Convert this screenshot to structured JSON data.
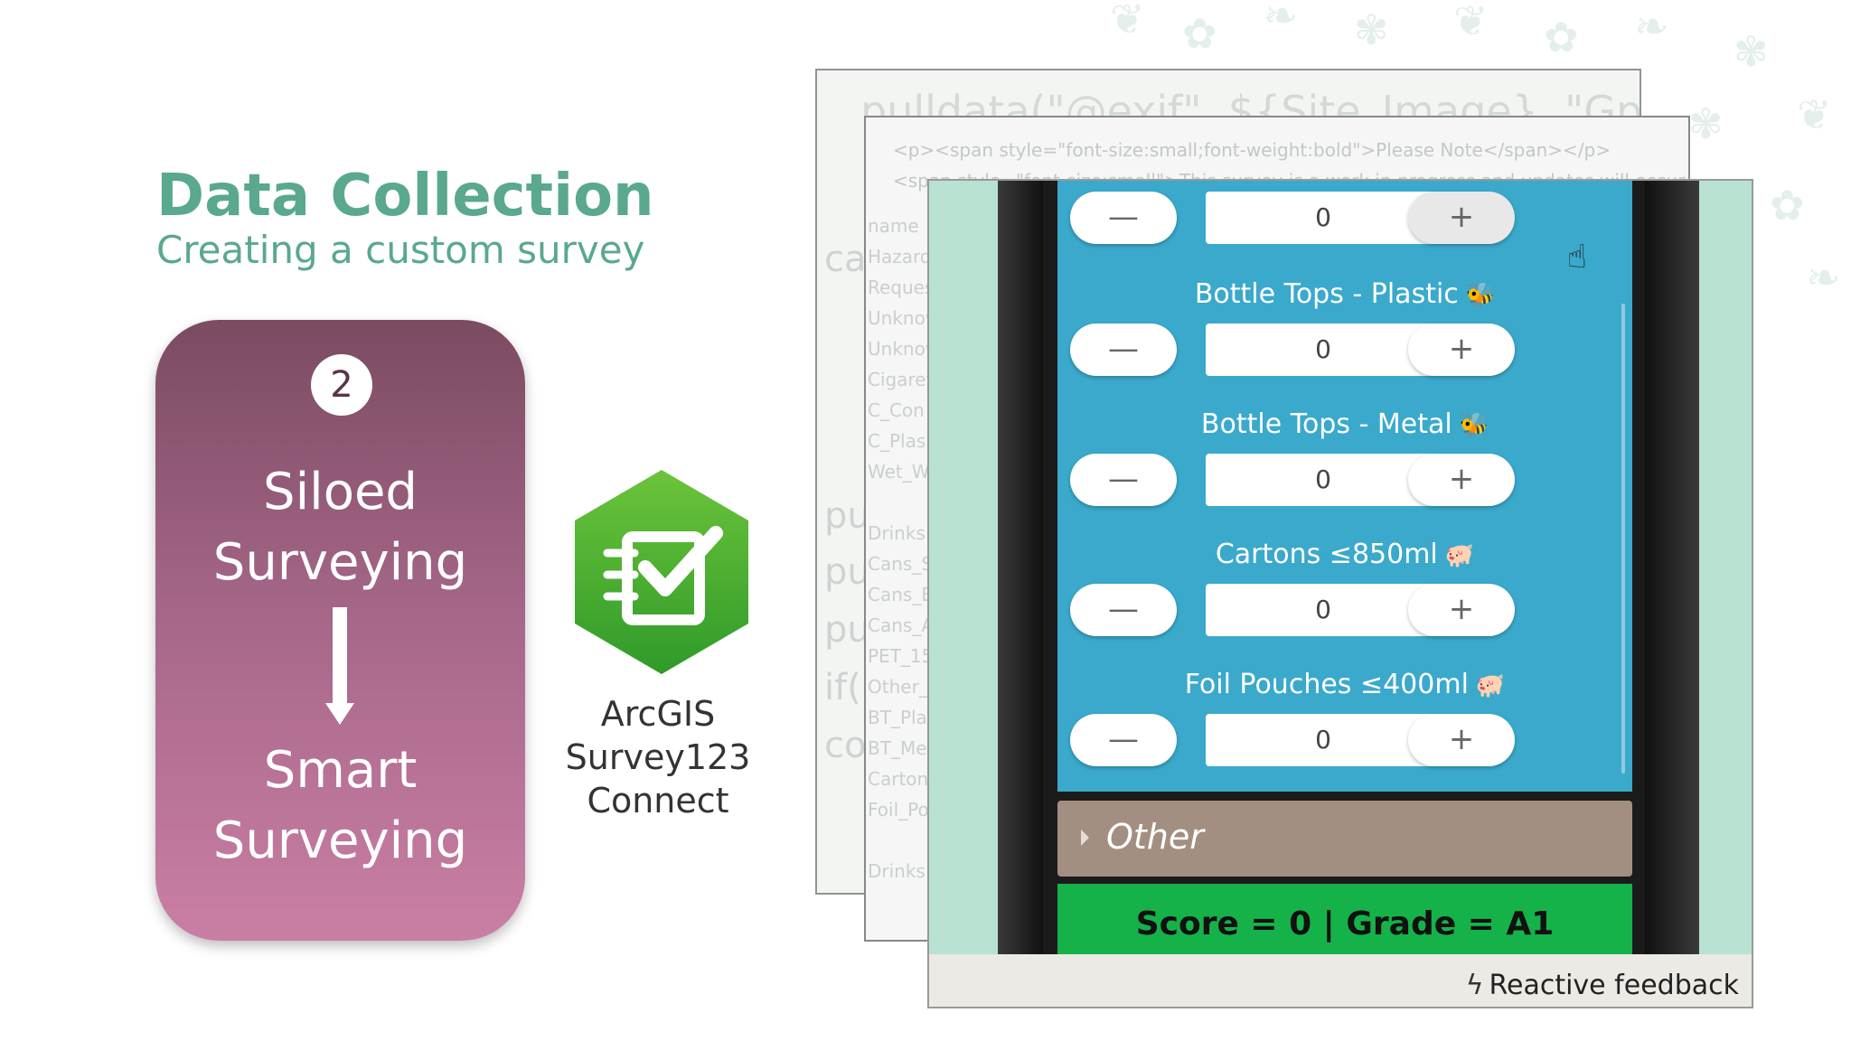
{
  "header": {
    "title": "Data Collection",
    "subtitle": "Creating a custom survey"
  },
  "card": {
    "step": "2",
    "from_line1": "Siloed",
    "from_line2": "Surveying",
    "to_line1": "Smart",
    "to_line2": "Surveying"
  },
  "logo": {
    "icon": "survey123-checklist-icon",
    "line1": "ArcGIS",
    "line2": "Survey123",
    "line3": "Connect"
  },
  "code_bg": {
    "formula": "pulldata(\"@exif\", ${Site_Image}, \"GpsImgDire",
    "html1": "<p><span style=\"font-size:small;font-weight:bold\">Please Note</span></p>",
    "html2": "<span style=\"font-size:small\">This survey is a work in progress and updates will occur",
    "name_header": "name",
    "names": [
      "Hazard",
      "Request",
      "Unknown",
      "Unknown",
      "Cigarettes",
      "C_Con",
      "C_Plas",
      "Wet_W",
      "Drinks",
      "Cans_S",
      "Cans_B",
      "Cans_A",
      "PET_15",
      "Other_",
      "BT_Plas",
      "BT_Met",
      "Cartons",
      "Foil_Po",
      "Drinks"
    ],
    "left_stubs": [
      "ca",
      "pu",
      "pu",
      "pu",
      "if(",
      "co"
    ]
  },
  "survey": {
    "minus_label": "—",
    "plus_label": "+",
    "clear_label": "✕",
    "items": [
      {
        "label": "",
        "value": "0",
        "emoji": ""
      },
      {
        "label": "Bottle Tops - Plastic",
        "value": "0",
        "emoji": "🐝"
      },
      {
        "label": "Bottle Tops - Metal",
        "value": "0",
        "emoji": "🐝"
      },
      {
        "label": "Cartons ≤850ml",
        "value": "0",
        "emoji": "🐖"
      },
      {
        "label": "Foil Pouches ≤400ml",
        "value": "0",
        "emoji": "🐖"
      }
    ],
    "other_label": "Other",
    "score_text": "Score = 0 | Grade = A1"
  },
  "caption": "Reactive feedback"
}
